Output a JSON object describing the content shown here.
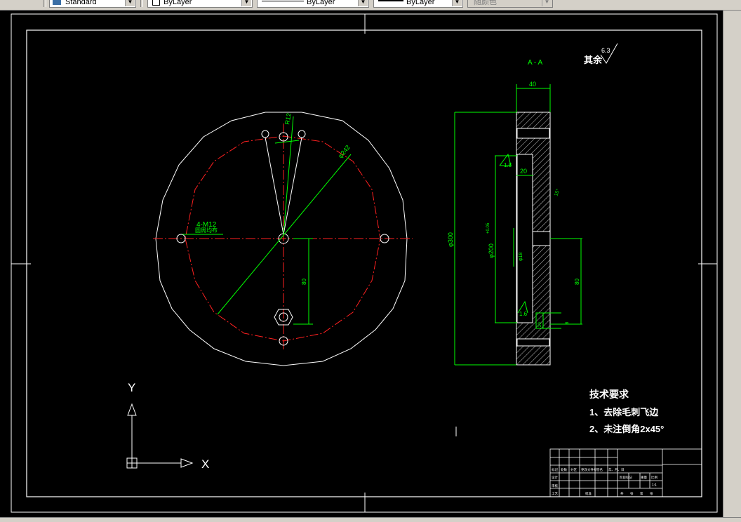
{
  "toolbar": {
    "textstyle": "Standard",
    "layer_color": "ByLayer",
    "linetype": "ByLayer",
    "lineweight": "ByLayer",
    "plotstyle": "随颜色"
  },
  "drawing": {
    "section_label": "A - A",
    "roughness_note": "其余",
    "roughness_value": "6.3",
    "tech_title": "技术要求",
    "tech_item_1": "1、去除毛刺飞边",
    "tech_item_2": "2、未注倒角2x45°",
    "dims": {
      "r12": "R12",
      "d242": "φ242",
      "m12": "4-M12",
      "m12_sub": "圆周均布",
      "y80": "80",
      "w40": "40",
      "w20": "20",
      "t18": "1.8",
      "t16": "1.6",
      "d300": "φ300",
      "d200": "φ200",
      "d200_tol": "+0.05",
      "slot": "φ18",
      "angle": "15°",
      "h80": "80",
      "small_left": "20",
      "small_right": "8"
    },
    "ucs": {
      "y_label": "Y",
      "x_label": "X"
    },
    "title_block": {
      "row1_labels": [
        "标记",
        "处数",
        "分区",
        "更改文件号",
        "签名",
        "年、月、日"
      ],
      "row2_label": "设计",
      "row3_labels": [
        "审核",
        "批准"
      ],
      "row4_labels": [
        "工艺"
      ],
      "right_labels": [
        "阶段标记",
        "重量",
        "比例"
      ],
      "right_row2": [
        "共",
        "张",
        "第",
        "张"
      ],
      "scale": "1:1"
    }
  },
  "colors": {
    "background": "#000000",
    "geometry": "#ffffff",
    "dimension": "#00ff00",
    "centerline": "#ff2020",
    "hatch": "#ffffff",
    "toolbar_bg": "#d4d0c8"
  },
  "icons": [
    "textstyle-icon",
    "layer-color-icon",
    "linetype-icon",
    "lineweight-icon",
    "plotstyle-icon",
    "ucs-icon"
  ]
}
